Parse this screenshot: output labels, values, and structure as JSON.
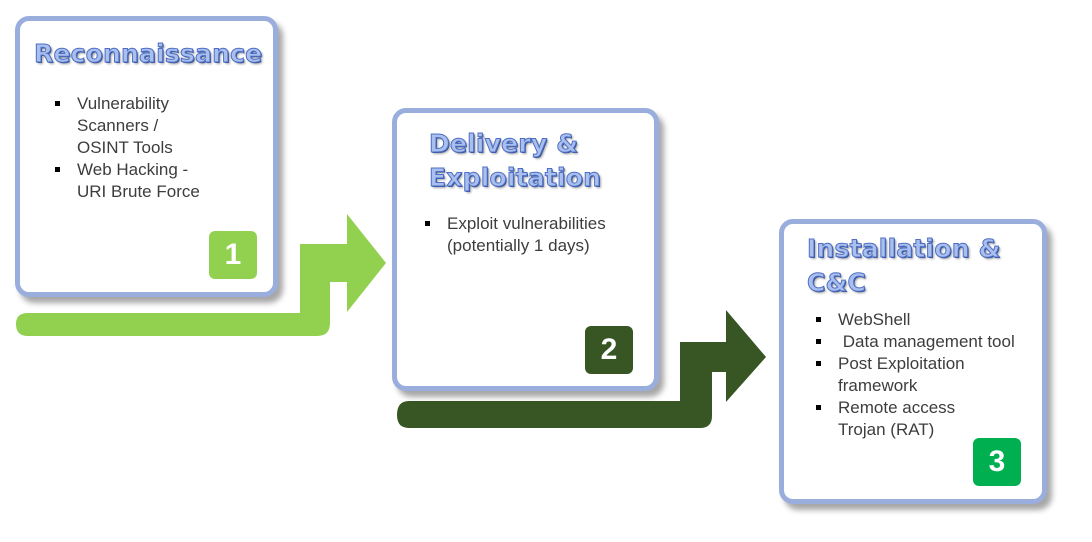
{
  "colors": {
    "arrow_light": "#92d050",
    "arrow_dark": "#375623",
    "card_border": "#9aaede",
    "title_fill": "#a9bfee",
    "badge_1": "#92d050",
    "badge_2": "#375623",
    "badge_3": "#00b050"
  },
  "stages": [
    {
      "title_lines": [
        "Reconnaissance"
      ],
      "items": [
        "Vulnerability Scanners / OSINT Tools",
        "Web Hacking - URI Brute Force"
      ],
      "number": "1"
    },
    {
      "title_lines": [
        "Delivery &",
        "Exploitation"
      ],
      "items": [
        "Exploit vulnerabilities (potentially 1 days)"
      ],
      "number": "2"
    },
    {
      "title_lines": [
        "Installation &",
        "C&C"
      ],
      "items": [
        "WebShell",
        " Data management tool",
        "Post Exploitation framework",
        "Remote access Trojan (RAT)"
      ],
      "number": "3"
    }
  ]
}
